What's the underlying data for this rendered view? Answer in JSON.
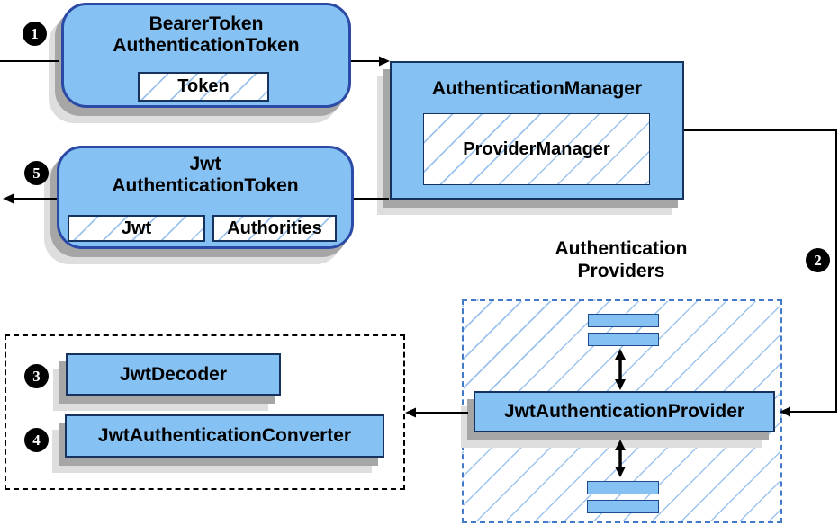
{
  "diagram_kind": "jwt-authentication-architecture",
  "badges": [
    "1",
    "2",
    "3",
    "4",
    "5"
  ],
  "nodes": {
    "bearer_token": {
      "title_line1": "BearerToken",
      "title_line2": "AuthenticationToken",
      "field": "Token"
    },
    "authentication_manager": {
      "title": "AuthenticationManager",
      "inner": "ProviderManager"
    },
    "jwt_authentication_token": {
      "title_line1": "Jwt",
      "title_line2": "AuthenticationToken",
      "field_jwt": "Jwt",
      "field_authorities": "Authorities"
    },
    "providers_group": {
      "label_line1": "Authentication",
      "label_line2": "Providers"
    },
    "jwt_authentication_provider": {
      "title": "JwtAuthenticationProvider"
    },
    "jwt_decoder": {
      "title": "JwtDecoder"
    },
    "jwt_authentication_converter": {
      "title": "JwtAuthenticationConverter"
    }
  },
  "colors": {
    "node_fill": "#85C1F2",
    "rounded_node_border": "#2B4AA5",
    "rect_node_border": "#16335F",
    "hatch_line": "#9CC3EE",
    "providers_dash_border": "#4379C9",
    "dotted_group_border": "#000000",
    "shadow_dark": "#A6A6A6",
    "shadow_light": "#DEDEDE",
    "wire": "#000000",
    "badge_bg": "#000000",
    "badge_text": "#FFFFFF"
  }
}
